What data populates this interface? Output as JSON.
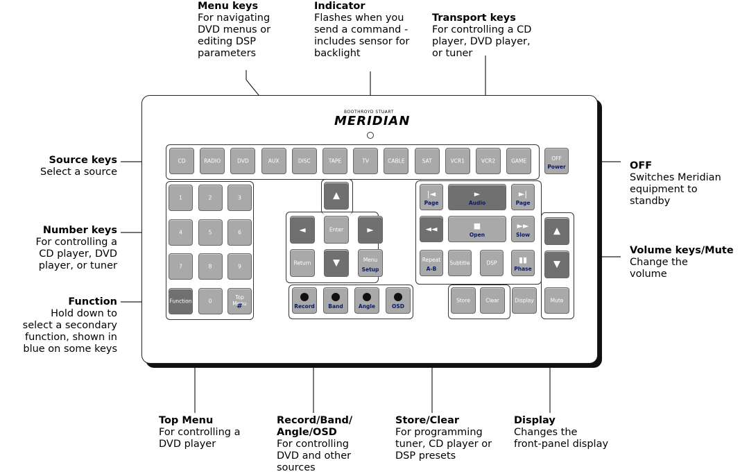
{
  "brand": {
    "small": "BOOTHROYD STUART",
    "name": "MERIDIAN"
  },
  "annotations": {
    "menu": {
      "title": "Menu keys",
      "desc": [
        "For navigating",
        "DVD menus or",
        "editing DSP",
        "parameters"
      ]
    },
    "indicator": {
      "title": "Indicator",
      "desc": [
        "Flashes when you",
        "send a command -",
        "includes sensor for",
        "backlight"
      ]
    },
    "transport": {
      "title": "Transport keys",
      "desc": [
        "For controlling a CD",
        "player, DVD player,",
        "or tuner"
      ]
    },
    "source": {
      "title": "Source keys",
      "desc": [
        "Select a source"
      ]
    },
    "off": {
      "title": "OFF",
      "desc": [
        "Switches Meridian",
        "equipment to",
        "standby"
      ]
    },
    "number": {
      "title": "Number keys",
      "desc": [
        "For controlling a",
        "CD player, DVD",
        "player, or tuner"
      ]
    },
    "volume": {
      "title": "Volume keys/Mute",
      "desc": [
        "Change the",
        "volume"
      ]
    },
    "function": {
      "title": "Function",
      "desc": [
        "Hold down to",
        "select a secondary",
        "function, shown in",
        "blue on some keys"
      ]
    },
    "topmenu": {
      "title": "Top Menu",
      "desc": [
        "For controlling a",
        "DVD player"
      ]
    },
    "record": {
      "title": "Record/Band/",
      "desc": [
        "Angle/OSD",
        "For controlling",
        "DVD and other",
        "sources"
      ]
    },
    "store": {
      "title": "Store/Clear",
      "desc": [
        "For programming",
        "tuner, CD player or",
        "DSP presets"
      ]
    },
    "display": {
      "title": "Display",
      "desc": [
        "Changes the",
        "front-panel display"
      ]
    }
  },
  "keys": {
    "source": [
      "CD",
      "RADIO",
      "DVD",
      "AUX",
      "DISC",
      "TAPE",
      "TV",
      "CABLE",
      "SAT",
      "VCR1",
      "VCR2",
      "GAME"
    ],
    "off": {
      "label": "OFF",
      "secondary": "Power"
    },
    "numbers": [
      "1",
      "2",
      "3",
      "4",
      "5",
      "6",
      "7",
      "8",
      "9",
      "0"
    ],
    "function": "Function",
    "topmenu": {
      "label": "Top Menu",
      "secondary": "#"
    },
    "nav": {
      "enter": "Enter",
      "return": "Return",
      "menu": "Menu",
      "setup": "Setup",
      "up": "▲",
      "down": "▼",
      "left": "◄",
      "right": "►"
    },
    "transport": {
      "prev": "Page",
      "play": "Audio",
      "next": "Page",
      "rew": "◄◄",
      "stop": "Open",
      "ff": "Slow",
      "repeat": "Repeat",
      "ab": "A-B",
      "subtitle": "Subtitle",
      "dsp": "DSP",
      "pause": "Phase"
    },
    "record": [
      "Record",
      "Band",
      "Angle",
      "OSD"
    ],
    "store": "Store",
    "clear": "Clear",
    "display": "Display",
    "volume": {
      "up": "▲",
      "down": "▼",
      "mute": "Mute"
    }
  }
}
